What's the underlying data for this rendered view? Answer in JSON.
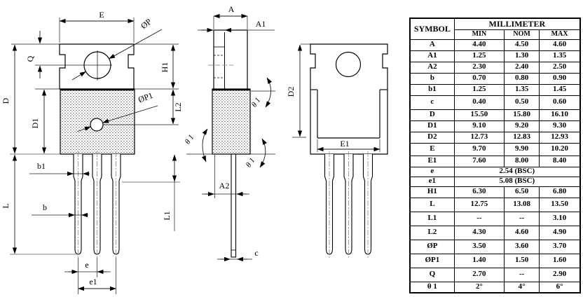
{
  "drawing": {
    "labels": {
      "E": "E",
      "phiP": "ØP",
      "Q": "Q",
      "D": "D",
      "D1": "D1",
      "H1": "H1",
      "L2": "L2",
      "phiP1": "ØP1",
      "b1": "b1",
      "b": "b",
      "L": "L",
      "L1": "L1",
      "e": "e",
      "e1": "e1",
      "A": "A",
      "A1": "A1",
      "A2": "A2",
      "c": "c",
      "theta1": "θ 1",
      "D2": "D2",
      "E1": "E1"
    }
  },
  "table": {
    "header": {
      "symbol": "SYMBOL",
      "unit_group": "MILLIMETER",
      "min": "MIN",
      "nom": "NOM",
      "max": "MAX"
    },
    "rows": [
      {
        "symbol": "A",
        "min": "4.40",
        "nom": "4.50",
        "max": "4.60"
      },
      {
        "symbol": "A1",
        "min": "1.25",
        "nom": "1.30",
        "max": "1.35"
      },
      {
        "symbol": "A2",
        "min": "2.30",
        "nom": "2.40",
        "max": "2.50"
      },
      {
        "symbol": "b",
        "min": "0.70",
        "nom": "0.80",
        "max": "0.90"
      },
      {
        "symbol": "b1",
        "min": "1.25",
        "nom": "1.35",
        "max": "1.45"
      },
      {
        "symbol": "c",
        "min": "0.40",
        "nom": "0.50",
        "max": "0.60"
      },
      {
        "symbol": "D",
        "min": "15.50",
        "nom": "15.80",
        "max": "16.10"
      },
      {
        "symbol": "D1",
        "min": "9.10",
        "nom": "9.20",
        "max": "9.30"
      },
      {
        "symbol": "D2",
        "min": "12.73",
        "nom": "12.83",
        "max": "12.93"
      },
      {
        "symbol": "E",
        "min": "9.70",
        "nom": "9.90",
        "max": "10.20"
      },
      {
        "symbol": "E1",
        "min": "7.60",
        "nom": "8.00",
        "max": "8.40"
      },
      {
        "symbol": "e",
        "span": "2.54 (BSC)"
      },
      {
        "symbol": "e1",
        "span": "5.08 (BSC)"
      },
      {
        "symbol": "H1",
        "min": "6.30",
        "nom": "6.50",
        "max": "6.80"
      },
      {
        "symbol": "L",
        "min": "12.75",
        "nom": "13.08",
        "max": "13.50"
      },
      {
        "symbol": "L1",
        "min": "--",
        "nom": "--",
        "max": "3.10"
      },
      {
        "symbol": "L2",
        "min": "4.30",
        "nom": "4.60",
        "max": "4.90"
      },
      {
        "symbol": "ØP",
        "min": "3.50",
        "nom": "3.60",
        "max": "3.70"
      },
      {
        "symbol": "ØP1",
        "min": "1.40",
        "nom": "1.50",
        "max": "1.60"
      },
      {
        "symbol": "Q",
        "min": "2.70",
        "nom": "--",
        "max": "2.90"
      },
      {
        "symbol": "θ 1",
        "min": "2°",
        "nom": "4°",
        "max": "6°"
      }
    ]
  }
}
